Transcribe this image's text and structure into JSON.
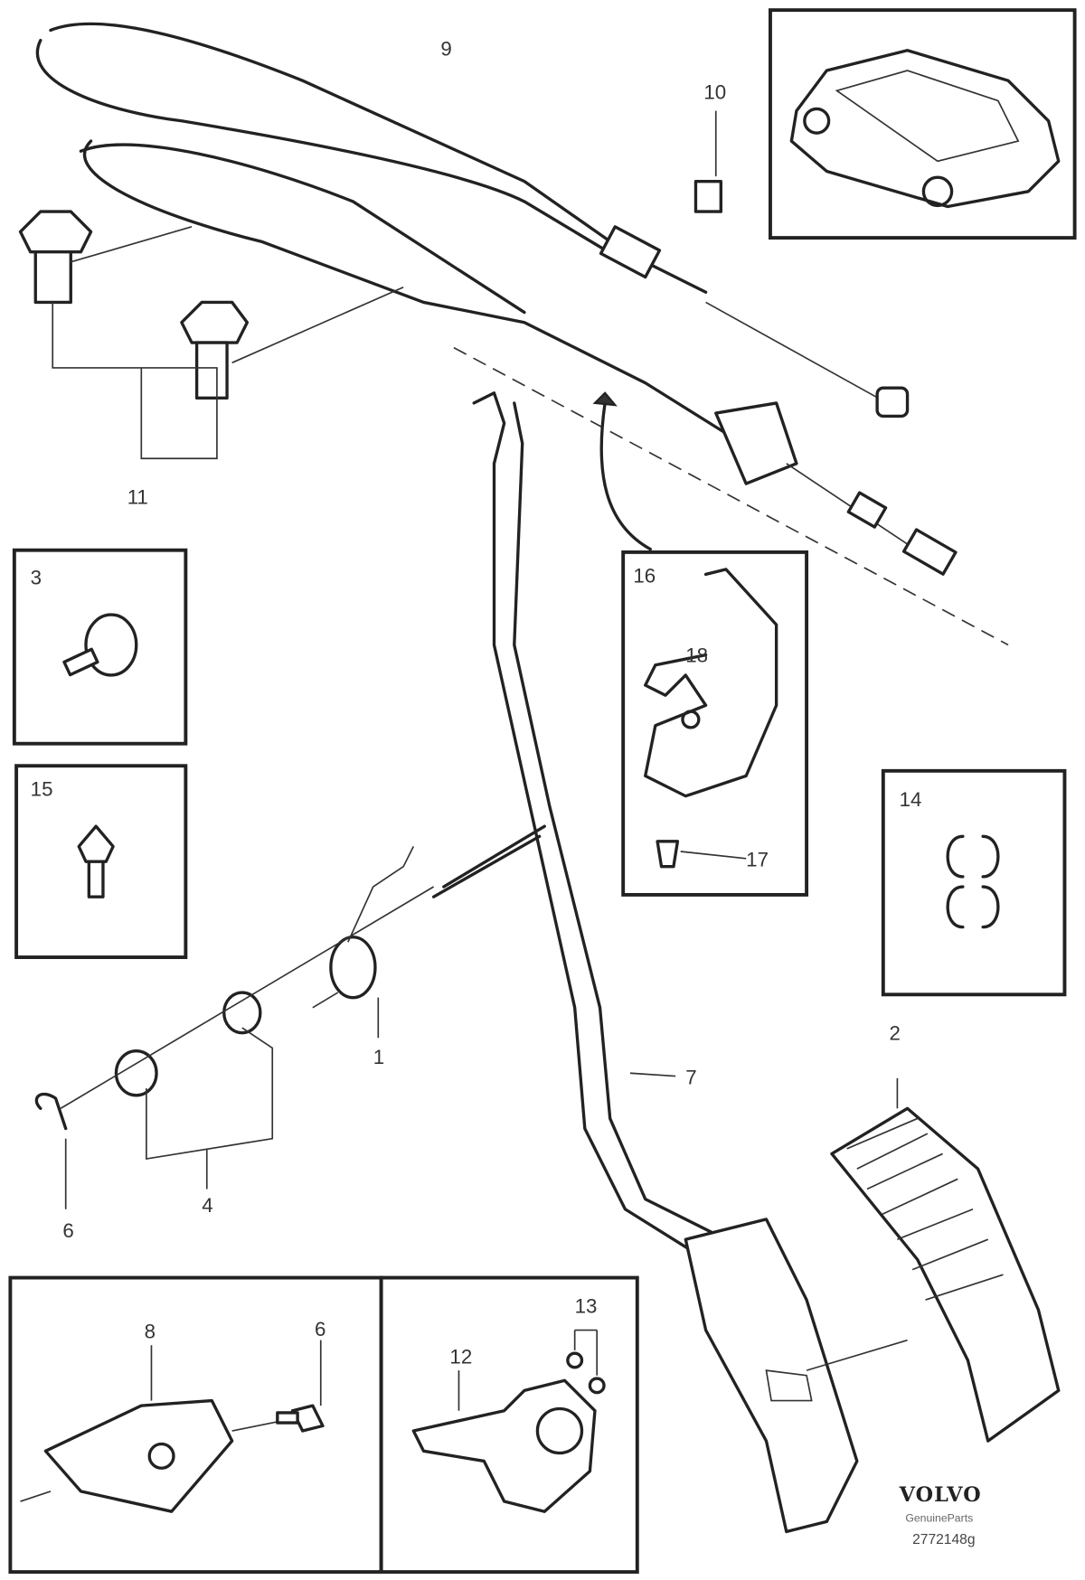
{
  "diagram": {
    "brand": "VOLVO",
    "brand_subtitle": "GenuineParts",
    "drawing_number": "2772148g",
    "callouts": [
      "9",
      "10",
      "11",
      "3",
      "15",
      "16",
      "18",
      "17",
      "14",
      "1",
      "7",
      "2",
      "4",
      "6",
      "8",
      "6",
      "12",
      "13"
    ]
  }
}
